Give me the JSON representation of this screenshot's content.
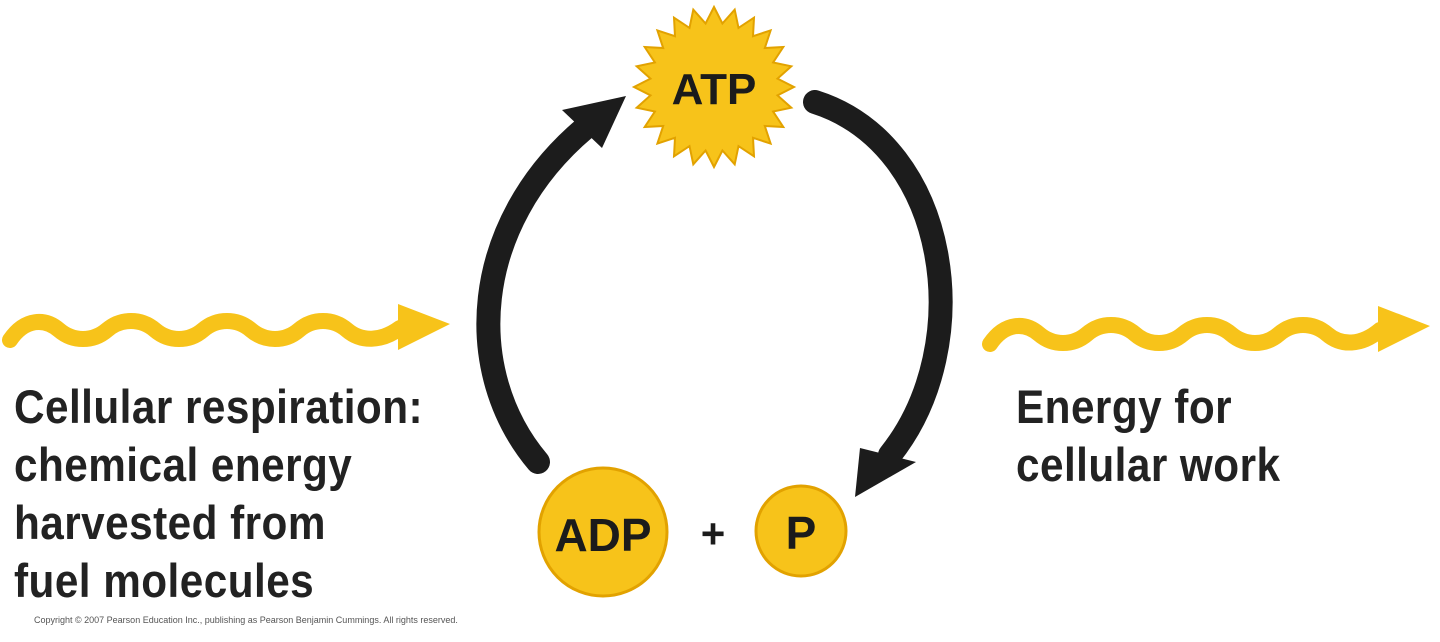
{
  "colors": {
    "energy_yellow": "#F7C31A",
    "node_yellow": "#F7C31A",
    "node_outline": "#E2A200",
    "cycle_arrow": "#1C1C1C",
    "text": "#1B1B1B"
  },
  "nodes": {
    "atp": "ATP",
    "adp": "ADP",
    "plus": "+",
    "phosphate": "P"
  },
  "left_caption": {
    "lines": [
      "Cellular respiration:",
      "chemical energy",
      "harvested from",
      "fuel molecules"
    ]
  },
  "right_caption": {
    "lines": [
      "Energy for",
      "cellular work"
    ]
  },
  "copyright": "Copyright © 2007 Pearson Education Inc., publishing as Pearson Benjamin Cummings. All rights reserved."
}
